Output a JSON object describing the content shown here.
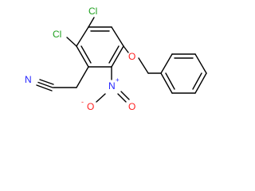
{
  "molecule": {
    "atoms": {
      "cl_top": "Cl",
      "cl_left": "Cl",
      "nitrile_n": "N",
      "ether_o": "O",
      "nitro_n": "N",
      "nitro_plus": "+",
      "nitro_o_left": "O",
      "nitro_o_left_charge": "-",
      "nitro_o_right": "O"
    },
    "colors": {
      "bond": "#000000",
      "carbon_text": "#000000",
      "chlorine": "#1fa01f",
      "nitrogen": "#2323ff",
      "oxygen": "#ff2020"
    }
  }
}
